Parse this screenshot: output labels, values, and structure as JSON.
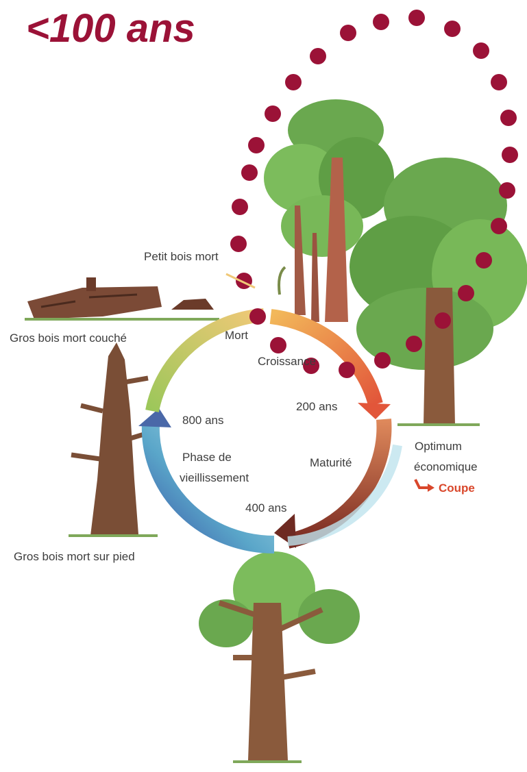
{
  "title": "<100 ans",
  "labels": {
    "petit_bois_mort": "Petit bois mort",
    "gros_bois_mort_couche": "Gros bois mort couché",
    "mort": "Mort",
    "croissance": "Croissance",
    "ans_200": "200 ans",
    "ans_800": "800 ans",
    "phase_line1": "Phase de",
    "phase_line2": "vieillissement",
    "maturite": "Maturité",
    "optimum_line1": "Optimum",
    "optimum_line2": "économique",
    "coupe": "Coupe",
    "ans_400": "400 ans",
    "gros_bois_mort_sur_pied": "Gros bois mort sur pied"
  },
  "colors": {
    "title": "#9b1237",
    "dots": "#9b1237",
    "coupe": "#d9472b",
    "foliage": "#6aa84f",
    "trunk": "#8a5a3c"
  },
  "icons": [
    "fallen-log-icon",
    "snag-tree-icon",
    "young-trees-icon",
    "mature-oak-icon",
    "old-oak-icon",
    "coupe-arrow-icon"
  ]
}
